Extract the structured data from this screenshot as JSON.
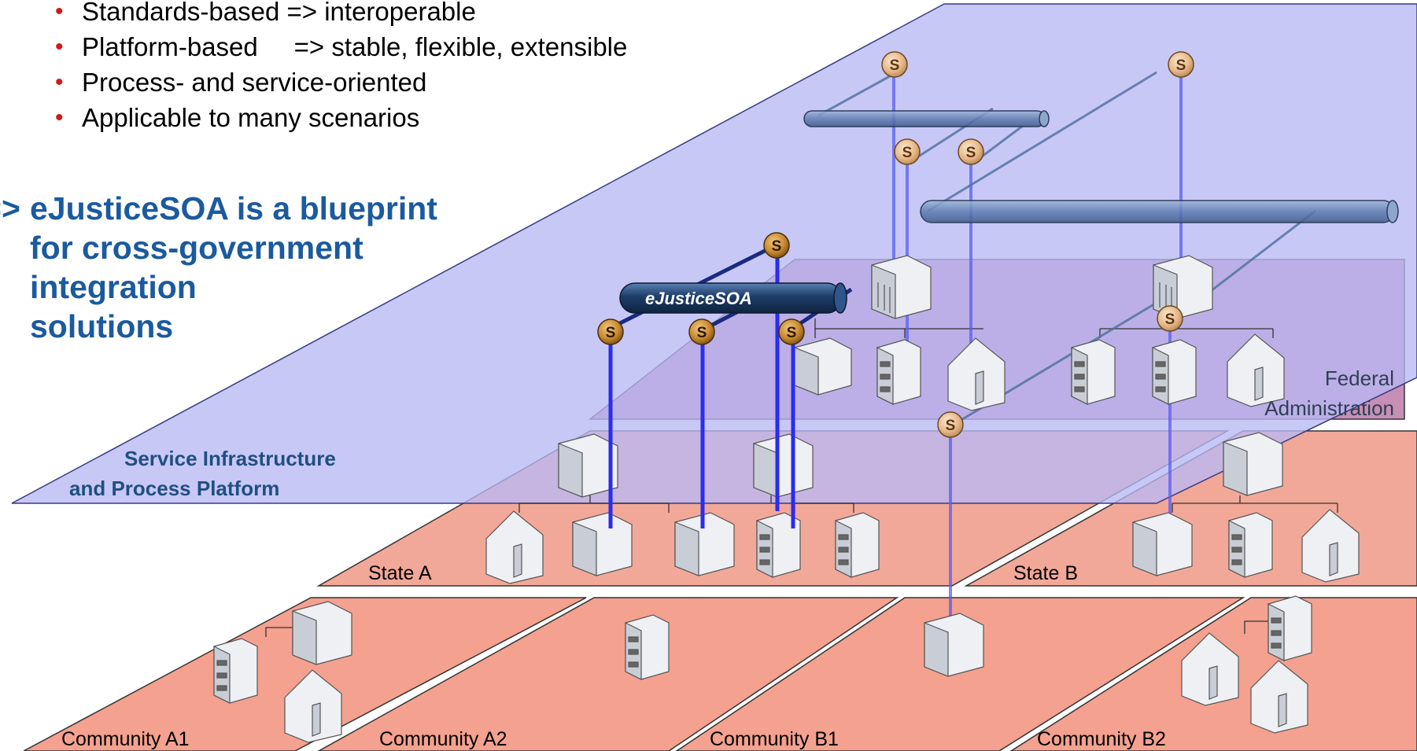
{
  "bullets": [
    "Standards-based => interoperable",
    "Platform-based     => stable, flexible, extensible",
    "Process- and service-oriented",
    "Applicable to many scenarios"
  ],
  "headline": {
    "arrow": "=>",
    "lines": [
      "eJusticeSOA is a blueprint",
      "for cross-government",
      "integration",
      "solutions"
    ]
  },
  "layers": {
    "infrastructure": [
      "Service Infrastructure",
      "and Process Platform"
    ],
    "federal": [
      "Federal",
      "Administration"
    ],
    "state_a": "State A",
    "state_b": "State B",
    "community_a1": "Community A1",
    "community_a2": "Community A2",
    "community_b1": "Community B1",
    "community_b2": "Community B2"
  },
  "bus_label": "eJusticeSOA",
  "service_node_label": "S",
  "colors": {
    "infrastructure_plane": "#c5c5f7",
    "federal_plane": "#c88fb6",
    "state_plane": "#f2a898",
    "community_plane": "#f4a18f",
    "bus_dark": "#1e3f68",
    "bus_light": "#5c7db0",
    "connector": "#2a2cf0",
    "bullet": "#d11a1a",
    "headline": "#1b5a9e"
  }
}
